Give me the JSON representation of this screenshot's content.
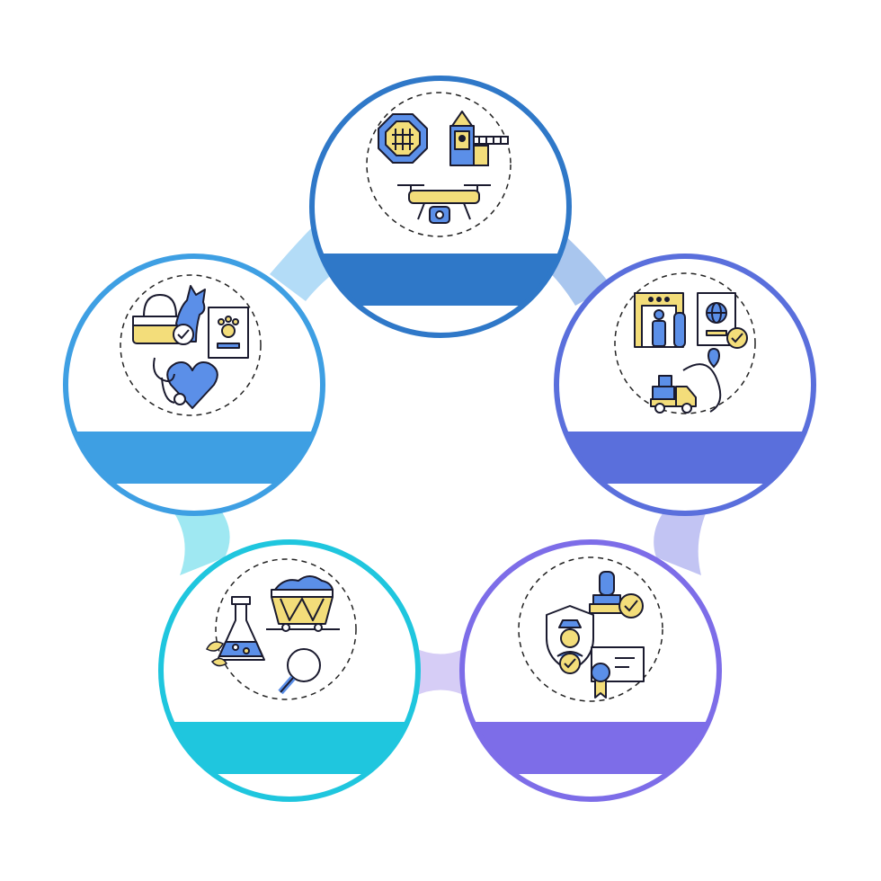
{
  "colors": {
    "background": "#ffffff",
    "icon_yellow": "#f3dd7a",
    "icon_blue": "#5b8fe8",
    "icon_stroke": "#1a1a2e",
    "dashed_ring": "#222222"
  },
  "nodes": [
    {
      "id": "top",
      "color": "#2f78c8",
      "connector_color": "#a9c6ee",
      "icons": [
        "no-entry-fence-icon",
        "border-checkpoint-tower-icon",
        "barrier-gate-icon",
        "drone-icon"
      ],
      "label": ""
    },
    {
      "id": "right",
      "color": "#5a6fdc",
      "connector_color": "#c2c4f3",
      "icons": [
        "security-scanner-gate-icon",
        "passport-icon",
        "checkmark-icon",
        "delivery-truck-icon",
        "global-route-icon"
      ],
      "label": ""
    },
    {
      "id": "bottom-right",
      "color": "#7d6de8",
      "connector_color": "#d6cdf6",
      "icons": [
        "customs-officer-shield-icon",
        "stamp-icon",
        "checkmark-icon",
        "certificate-icon"
      ],
      "label": ""
    },
    {
      "id": "bottom-left",
      "color": "#1fc6de",
      "connector_color": "#9fe8f2",
      "icons": [
        "chemical-flask-icon",
        "leaf-icon",
        "railway-wagon-icon",
        "magnifier-icon"
      ],
      "label": ""
    },
    {
      "id": "left",
      "color": "#3e9fe3",
      "connector_color": "#b3dcf7",
      "icons": [
        "pet-carrier-bag-icon",
        "dog-icon",
        "paw-document-icon",
        "stethoscope-icon",
        "heart-icon"
      ],
      "label": ""
    }
  ]
}
